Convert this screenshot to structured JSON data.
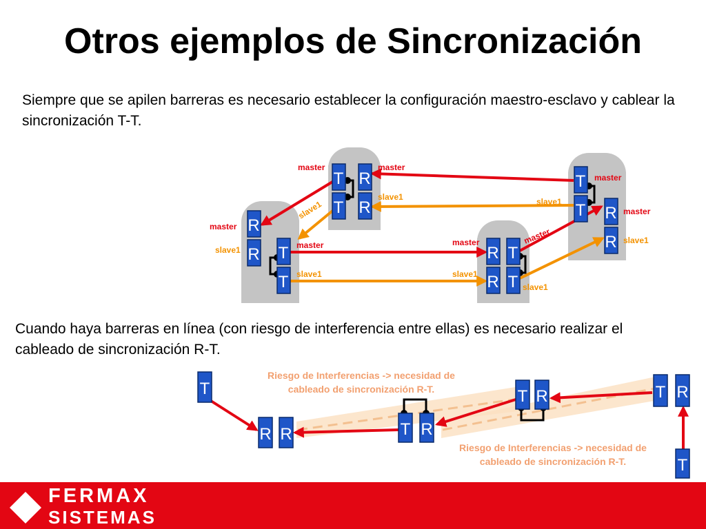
{
  "title": "Otros ejemplos de Sincronización",
  "paragraph1": "Siempre que se apilen barreras es necesario establecer la configuración maestro-esclavo y cablear la sincronización T-T.",
  "paragraph2": "Cuando haya barreras en línea (con riesgo de interferencia entre ellas) es necesario realizar el cableado de sincronización R-T.",
  "letters": {
    "t": "T",
    "r": "R"
  },
  "labels": {
    "master": "master",
    "slave": "slave1"
  },
  "notes": {
    "top_line1": "Riesgo de Interferencias -> necesidad de",
    "top_line2": "cableado de sincronización R-T.",
    "bottom_line1": "Riesgo de Interferencias -> necesidad de",
    "bottom_line2": "cableado de sincronización R-T."
  },
  "footer": {
    "brand_line1": "FERMAX",
    "brand_line2": "SISTEMAS"
  },
  "colors": {
    "red": "#e30613",
    "orange": "#f39200",
    "box_blue": "#1f56c8",
    "pillar_gray": "#c4c4c4",
    "interference_zone": "#fbe0c0"
  }
}
